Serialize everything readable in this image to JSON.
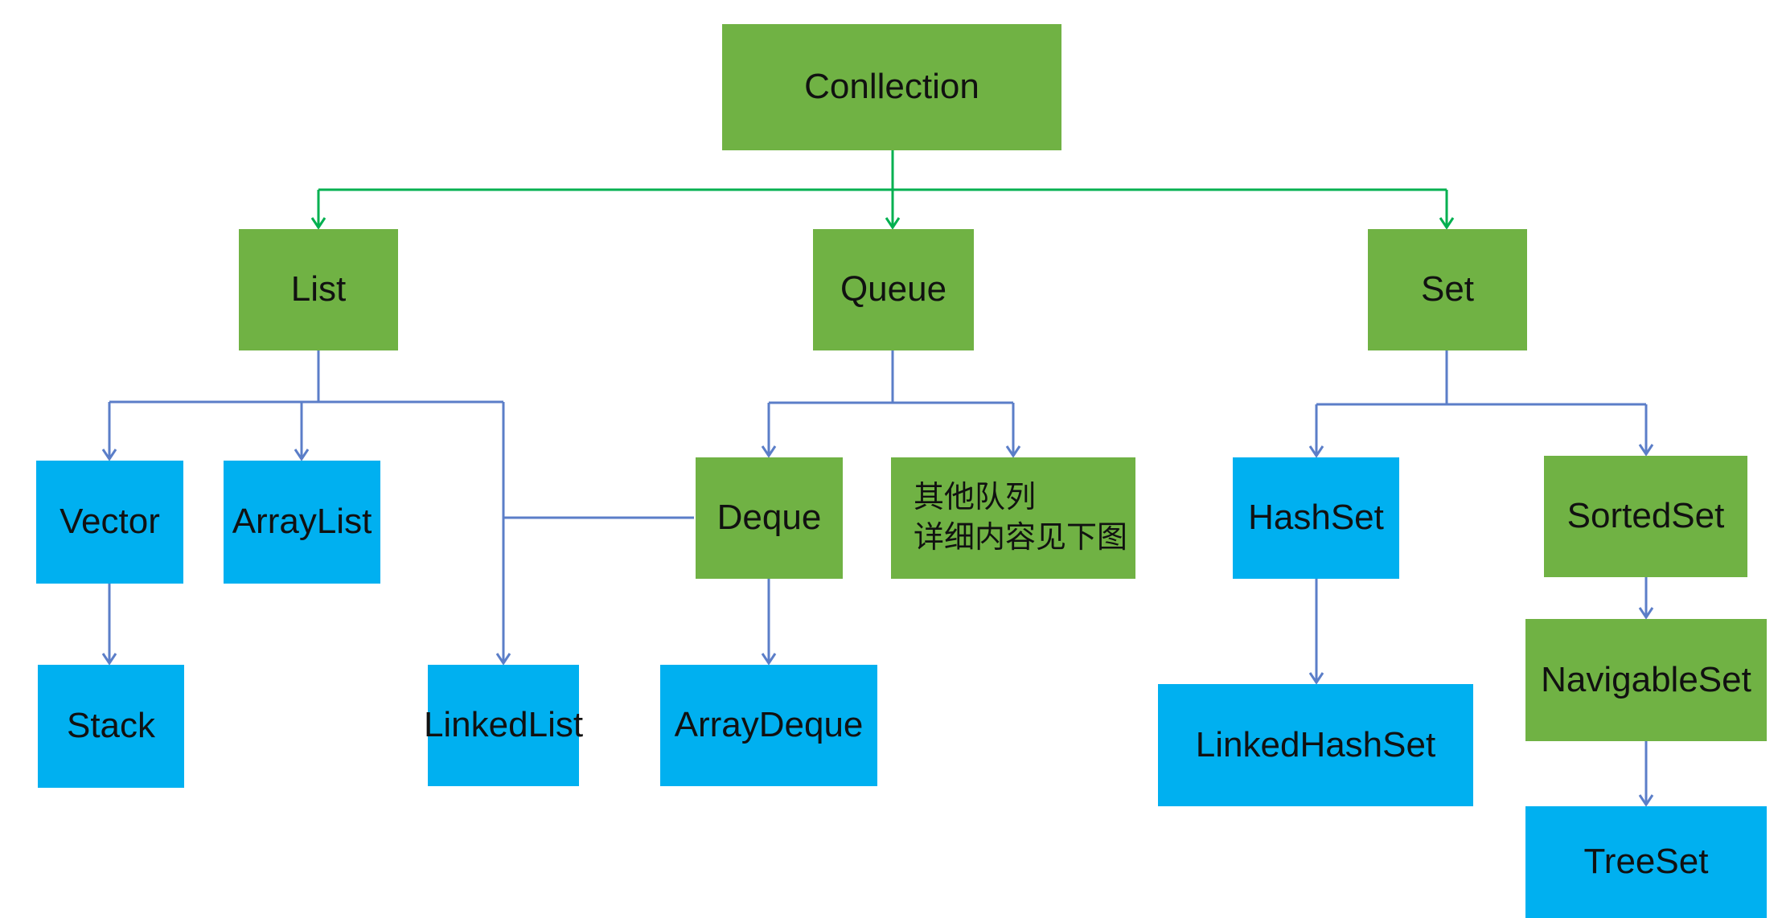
{
  "diagram": {
    "title": "Java Collection hierarchy diagram",
    "nodes": [
      {
        "id": "collection",
        "label": "Conllection",
        "fill": "green"
      },
      {
        "id": "list",
        "label": "List",
        "fill": "green"
      },
      {
        "id": "queue",
        "label": "Queue",
        "fill": "green"
      },
      {
        "id": "set",
        "label": "Set",
        "fill": "green"
      },
      {
        "id": "vector",
        "label": "Vector",
        "fill": "cyan"
      },
      {
        "id": "arraylist",
        "label": "ArrayList",
        "fill": "cyan"
      },
      {
        "id": "stack",
        "label": "Stack",
        "fill": "cyan"
      },
      {
        "id": "linkedlist",
        "label": "LinkedList",
        "fill": "cyan"
      },
      {
        "id": "deque",
        "label": "Deque",
        "fill": "green"
      },
      {
        "id": "other-queue",
        "label_line1": "其他队列",
        "label_line2": "详细内容见下图",
        "fill": "green"
      },
      {
        "id": "arraydeque",
        "label": "ArrayDeque",
        "fill": "cyan"
      },
      {
        "id": "hashset",
        "label": "HashSet",
        "fill": "cyan"
      },
      {
        "id": "sortedset",
        "label": "SortedSet",
        "fill": "green"
      },
      {
        "id": "linkedhashset",
        "label": "LinkedHashSet",
        "fill": "cyan"
      },
      {
        "id": "navigableset",
        "label": "NavigableSet",
        "fill": "green"
      },
      {
        "id": "treeset",
        "label": "TreeSet",
        "fill": "cyan"
      }
    ],
    "edges": [
      {
        "from": "collection",
        "to": "list",
        "color": "green",
        "arrow": true
      },
      {
        "from": "collection",
        "to": "queue",
        "color": "green",
        "arrow": true
      },
      {
        "from": "collection",
        "to": "set",
        "color": "green",
        "arrow": true
      },
      {
        "from": "list",
        "to": "vector",
        "color": "blue",
        "arrow": true
      },
      {
        "from": "list",
        "to": "arraylist",
        "color": "blue",
        "arrow": true
      },
      {
        "from": "list",
        "to": "linkedlist",
        "color": "blue",
        "arrow": true
      },
      {
        "from": "linkedlist",
        "to": "deque",
        "color": "blue",
        "arrow": false
      },
      {
        "from": "vector",
        "to": "stack",
        "color": "blue",
        "arrow": true
      },
      {
        "from": "queue",
        "to": "deque",
        "color": "blue",
        "arrow": true
      },
      {
        "from": "queue",
        "to": "other-queue",
        "color": "blue",
        "arrow": true
      },
      {
        "from": "deque",
        "to": "arraydeque",
        "color": "blue",
        "arrow": true
      },
      {
        "from": "set",
        "to": "hashset",
        "color": "blue",
        "arrow": true
      },
      {
        "from": "set",
        "to": "sortedset",
        "color": "blue",
        "arrow": true
      },
      {
        "from": "hashset",
        "to": "linkedhashset",
        "color": "blue",
        "arrow": true
      },
      {
        "from": "sortedset",
        "to": "navigableset",
        "color": "blue",
        "arrow": true
      },
      {
        "from": "navigableset",
        "to": "treeset",
        "color": "blue",
        "arrow": true
      }
    ]
  },
  "palette": {
    "box_green": "#70B244",
    "box_cyan": "#00B0F0",
    "edge_blue": "#5B7EC8",
    "edge_green": "#00B050",
    "text": "#111111",
    "background": "#FFFFFF"
  }
}
